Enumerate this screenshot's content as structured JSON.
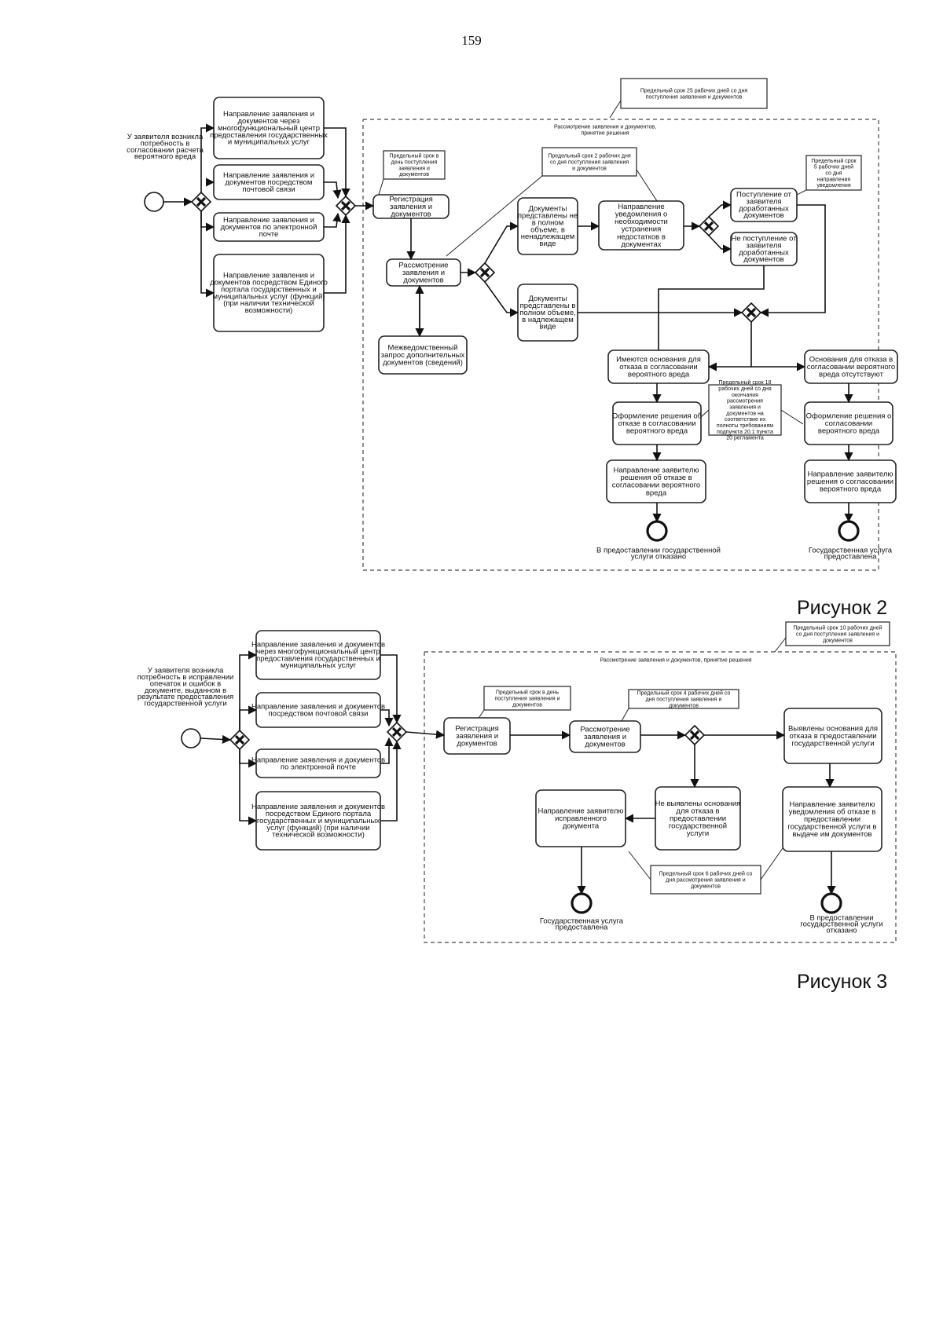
{
  "page_number": "159",
  "captions": {
    "fig2": "Рисунок 2",
    "fig3": "Рисунок 3"
  },
  "fig2": {
    "actor": "У заявителя возникла потребность в согласовании расчета вероятного вреда",
    "submit_mfc": "Направление заявления и документов через многофункциональный центр предоставления государственных и муниципальных услуг",
    "submit_post": "Направление заявления и документов посредством почтовой связи",
    "submit_email": "Направление заявления и документов по электронной почте",
    "submit_portal": "Направление заявления и документов посредством Единого портала государственных и муниципальных услуг (функций) (при наличии технической возможности)",
    "term_total": "Предельный срок 25 рабочих дней со дня поступления заявления и документов",
    "pool_label": "Рассмотрение заявления и документов, принятие решения",
    "term_reg": "Предельный срок в день поступления заявления и документов",
    "registration": "Регистрация заявления и документов",
    "term_review": "Предельный срок 2 рабочих дня со дня поступления заявления и документов",
    "review": "Рассмотрение заявления и документов",
    "interagency": "Межведомственный запрос дополнительных документов (сведений)",
    "docs_incomplete": "Документы представлены не в полном объеме, в ненадлежащем виде",
    "docs_complete": "Документы представлены в полном объеме, в надлежащем виде",
    "notify_fix": "Направление уведомления о необходимости устранения недостатков в документах",
    "term_notify": "Предельный срок 5 рабочих дней со дня направления уведомления",
    "received_fix": "Поступление от заявителя доработанных документов",
    "not_received_fix": "Не поступление от заявителя доработанных документов",
    "grounds_refusal": "Имеются основания для отказа в согласовании вероятного вреда",
    "no_grounds": "Основания для отказа в согласовании вероятного вреда отсутствуют",
    "term_decision": "Предельный срок 18 рабочих дней со дня окончания рассмотрения заявления и документов на соответствие их полноты требованиям подпункта 20.1 пункта 20 регламента",
    "decision_refusal": "Оформление решения об отказе в согласовании вероятного вреда",
    "decision_approve": "Оформление решения о согласовании вероятного вреда",
    "send_refusal": "Направление заявителю решения об отказе в согласовании вероятного вреда",
    "send_approve": "Направление заявителю решения о согласовании вероятного вреда",
    "end_refused": "В предоставлении государственной услуги отказано",
    "end_provided": "Государственная услуга предоставлена"
  },
  "fig3": {
    "actor": "У заявителя возникла потребность в исправлении опечаток и ошибок в документе, выданном в результате предоставления государственной услуги",
    "submit_mfc": "Направление заявления и документов через многофункциональный центр предоставления государственных и муниципальных услуг",
    "submit_post": "Направление заявления и документов посредством почтовой связи",
    "submit_email": "Направление заявления и документов по электронной почте",
    "submit_portal": "Направление заявления и документов посредством Единого портала государственных и муниципальных услуг (функций) (при наличии технической возможности)",
    "term_total": "Предельный срок 10 рабочих дней со дня поступления заявления и документов",
    "pool_label": "Рассмотрение заявления и документов, принятие решения",
    "term_reg": "Предельный срок в день поступления заявления и документов",
    "registration": "Регистрация заявления и документов",
    "term_review": "Предельный срок 4 рабочих дней со дня поступления заявления и документов",
    "review": "Рассмотрение заявления и документов",
    "grounds_found": "Выявлены основания для отказа в предоставлении государственной услуги",
    "grounds_not_found": "Не выявлены основания для отказа в предоставлении государственной услуги",
    "send_corrected": "Направление заявителю исправленного документа",
    "send_refusal": "Направление заявителю уведомления об отказе в предоставлении государственной услуги в выдаче им документов",
    "term_final": "Предельный срок 6 рабочих дней со дня рассмотрения заявления и документов",
    "end_provided": "Государственная услуга предоставлена",
    "end_refused": "В предоставлении государственной услуги отказано"
  }
}
